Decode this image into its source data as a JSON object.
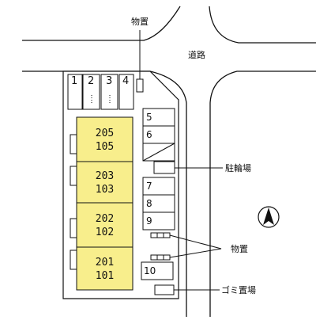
{
  "labels": {
    "storage_top": "物置",
    "road": "道路",
    "bicycle_parking": "駐輪場",
    "storage_right": "物置",
    "garbage": "ゴミ置場"
  },
  "bike_slots": [
    "1",
    "2",
    "3",
    "4"
  ],
  "parking_spaces": [
    "5",
    "6",
    "7",
    "8",
    "9",
    "10"
  ],
  "buildings": [
    {
      "upper": "205",
      "lower": "105"
    },
    {
      "upper": "203",
      "lower": "103"
    },
    {
      "upper": "202",
      "lower": "102"
    },
    {
      "upper": "201",
      "lower": "101"
    }
  ],
  "colors": {
    "building_fill": "#f8ee8c",
    "line": "#111111"
  },
  "icons": {
    "north": "north-arrow-icon"
  }
}
